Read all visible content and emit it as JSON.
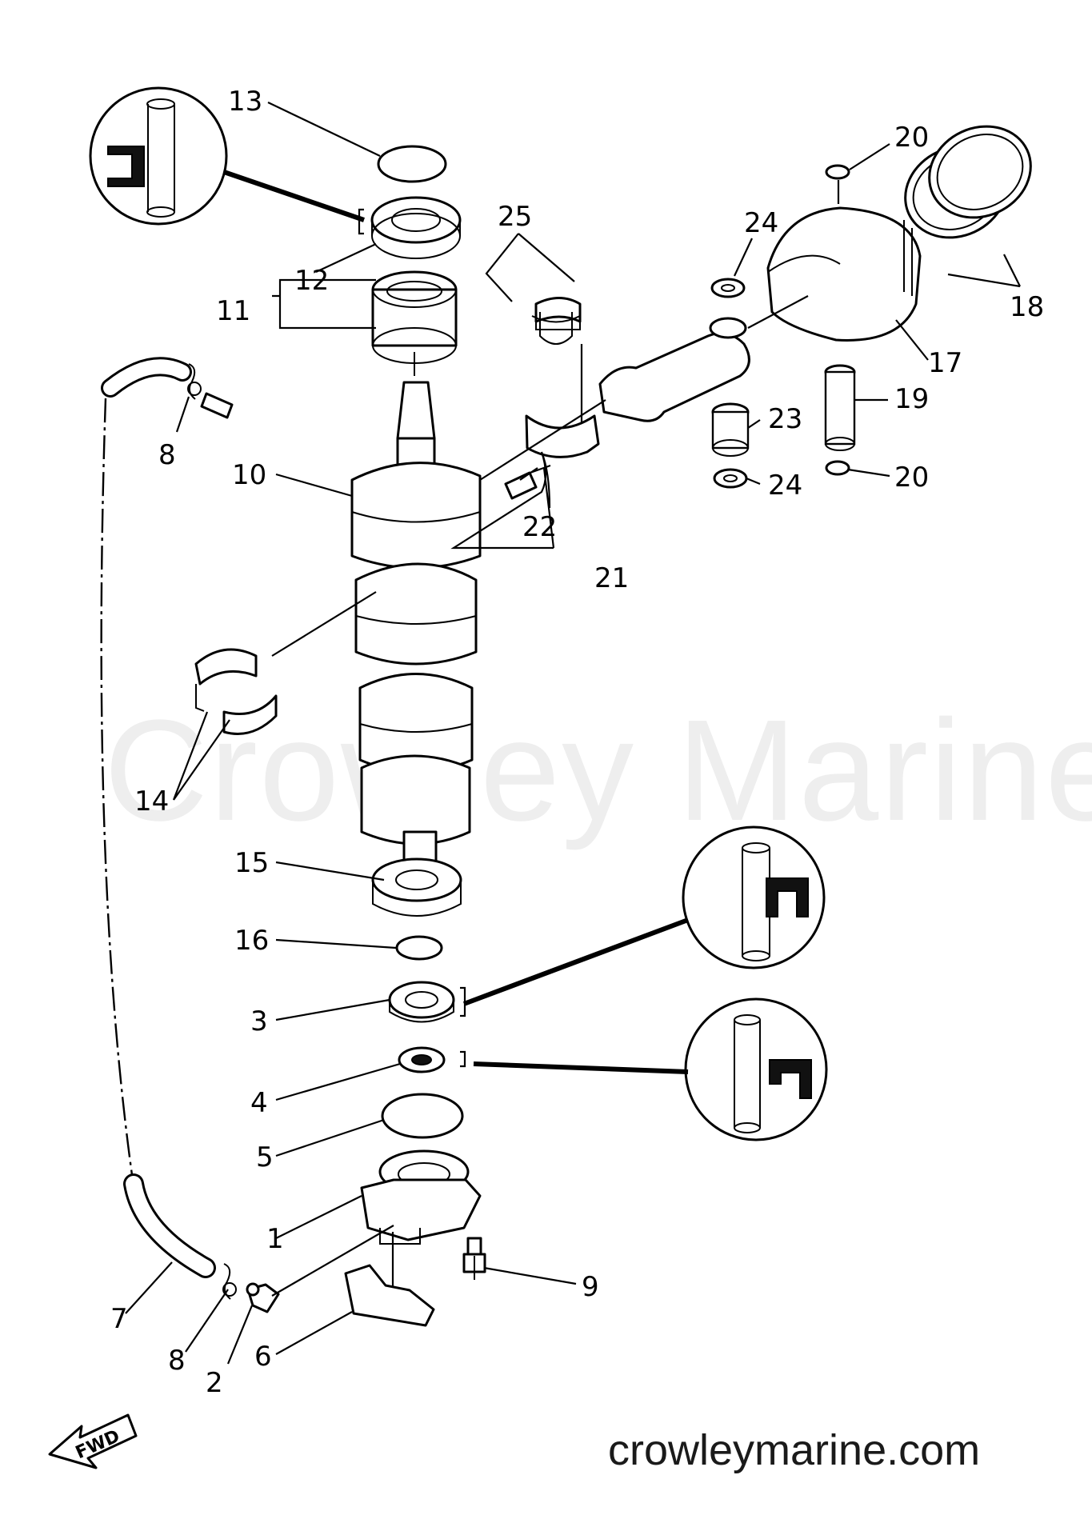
{
  "watermark": "Crowley Marine",
  "site": "crowleymarine.com",
  "fwd_label": "FWD",
  "callouts": [
    "1",
    "2",
    "3",
    "4",
    "5",
    "6",
    "7",
    "8",
    "8",
    "9",
    "10",
    "11",
    "12",
    "13",
    "14",
    "15",
    "16",
    "17",
    "18",
    "19",
    "20",
    "20",
    "21",
    "22",
    "23",
    "24",
    "24",
    "25"
  ]
}
